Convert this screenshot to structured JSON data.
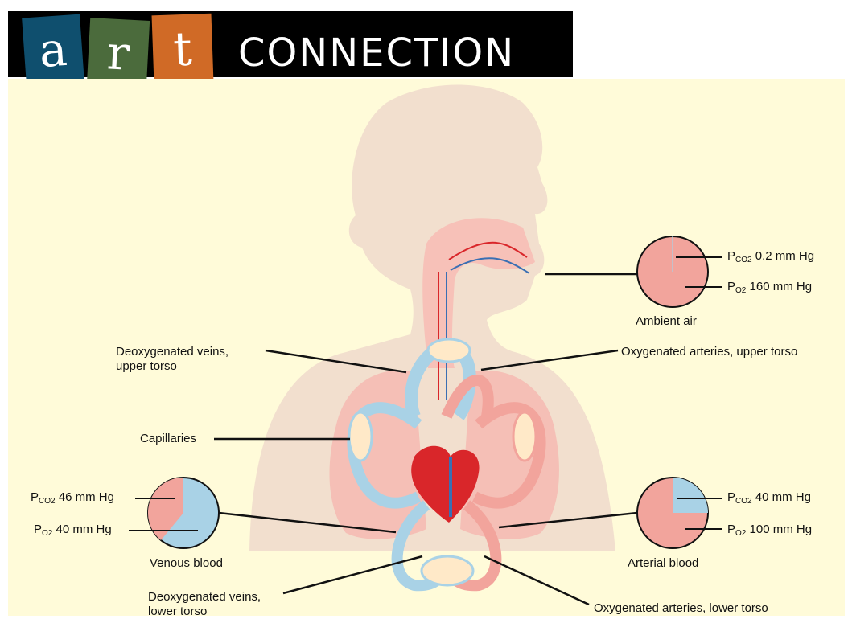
{
  "banner": {
    "letters": [
      "a",
      "r",
      "t"
    ],
    "word": "CONNECTION",
    "colors": {
      "a": "#0f4f6e",
      "r": "#4b6b3c",
      "t": "#d06a26"
    }
  },
  "labels": {
    "deoxy_upper_1": "Deoxygenated veins,",
    "deoxy_upper_2": "upper torso",
    "oxy_upper": "Oxygenated arteries, upper torso",
    "capillaries": "Capillaries",
    "deoxy_lower_1": "Deoxygenated veins,",
    "deoxy_lower_2": "lower torso",
    "oxy_lower": "Oxygenated arteries, lower torso"
  },
  "ambient": {
    "caption": "Ambient air",
    "pco2_value": "0.2 mm Hg",
    "po2_value": "160 mm Hg"
  },
  "venous": {
    "caption": "Venous blood",
    "pco2_value": "46 mm Hg",
    "po2_value": "40 mm Hg"
  },
  "arterial": {
    "caption": "Arterial blood",
    "pco2_value": "40 mm Hg",
    "po2_value": "100 mm Hg"
  },
  "symbols": {
    "p": "P",
    "co2": "CO2",
    "o2": "O2"
  },
  "colors": {
    "background": "#fffbd9",
    "body": "#f2dfce",
    "oxygen_rich": "#f2a49c",
    "oxygen_poor": "#a9d2e6",
    "heart": "#d9262a"
  }
}
